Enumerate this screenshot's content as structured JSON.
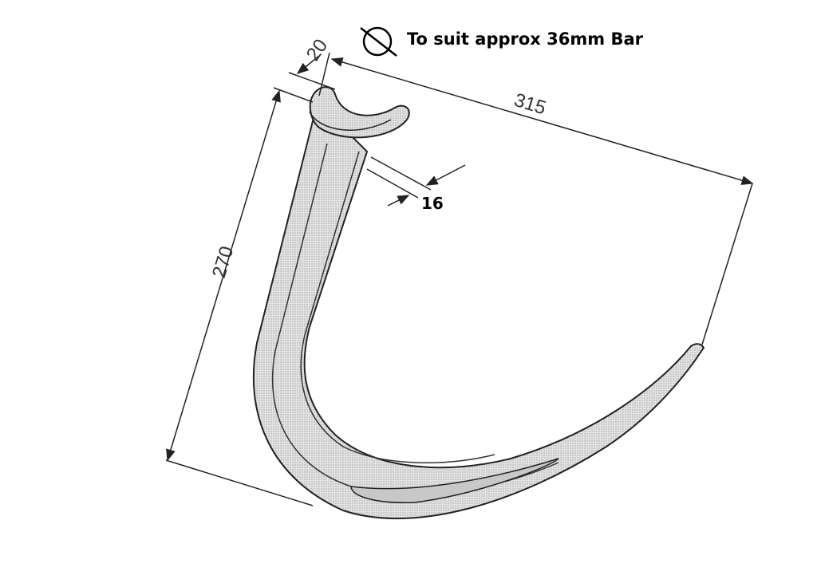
{
  "title": "To suit approx 36mm Bar",
  "diameter_symbol": "diameter-icon",
  "dimensions": {
    "width_top": "20",
    "span": "315",
    "height": "270",
    "thickness": "16"
  },
  "colors": {
    "line": "#222222",
    "fill": "#d9d9d9",
    "fill_dark": "#bdbdbd"
  }
}
